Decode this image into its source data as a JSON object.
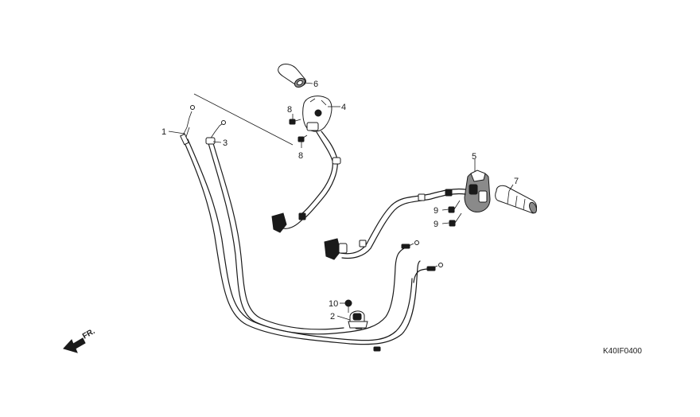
{
  "callouts": {
    "c1": "1",
    "c2": "2",
    "c3": "3",
    "c4": "4",
    "c5": "5",
    "c6": "6",
    "c7": "7",
    "c8a": "8",
    "c8b": "8",
    "c9a": "9",
    "c9b": "9",
    "c10": "10"
  },
  "direction_label": "FR.",
  "diagram_code": "K40IF0400"
}
